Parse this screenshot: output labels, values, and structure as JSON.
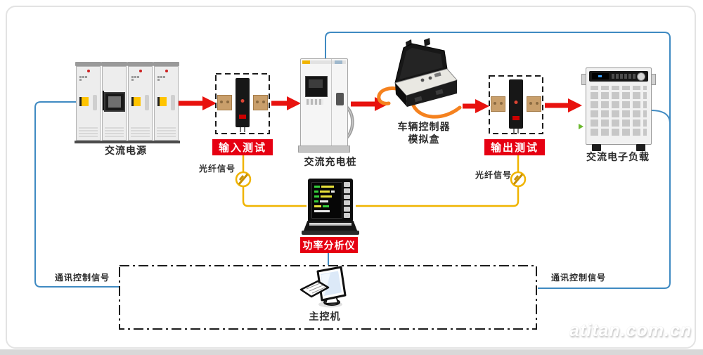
{
  "diagram": {
    "nodes": {
      "ac_power": {
        "label": "交流电源"
      },
      "input_test": {
        "label": "输入测试"
      },
      "fiber_signal_left": {
        "label": "光纤信号"
      },
      "ac_charging_pile": {
        "label": "交流充电桩"
      },
      "vehicle_controller_box": {
        "line1": "车辆控制器",
        "line2": "模拟盒"
      },
      "output_test": {
        "label": "输出测试"
      },
      "fiber_signal_right": {
        "label": "光纤信号"
      },
      "ac_electronic_load": {
        "label": "交流电子负载"
      },
      "power_analyzer": {
        "label": "功率分析仪"
      },
      "main_controller": {
        "label": "主控机"
      },
      "comm_signal_left": {
        "label": "通讯控制信号"
      },
      "comm_signal_right": {
        "label": "通讯控制信号"
      }
    },
    "colors": {
      "arrow_red": "#e8120e",
      "red_label_bg": "#e60012",
      "fiber_yellow": "#f0b400",
      "comm_blue": "#3f8ac2",
      "cable_orange": "#f5821f"
    },
    "watermark": "atitan.com.cn"
  }
}
